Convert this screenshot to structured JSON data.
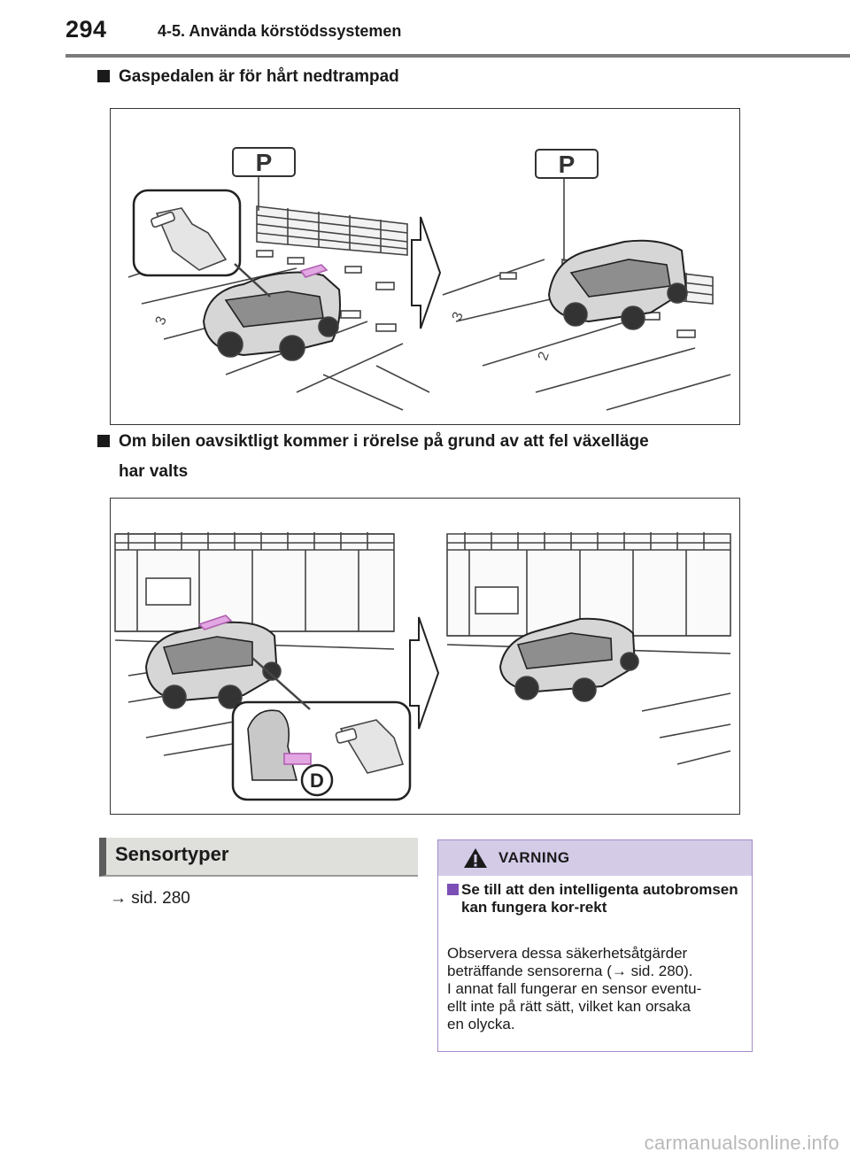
{
  "header": {
    "page_number": "294",
    "chapter": "4-5. Använda körstödssystemen"
  },
  "section1": {
    "heading": "Gaspedalen är för hårt nedtrampad",
    "p_sign_left": "P",
    "p_sign_right": "P",
    "space_left": "3",
    "space_right_a": "3",
    "space_right_b": "2"
  },
  "section2": {
    "heading_line1": "Om bilen oavsiktligt kommer i rörelse på grund av att fel växelläge",
    "heading_line2": "har valts",
    "gear_letter": "D"
  },
  "sensor_section": {
    "title": "Sensortyper",
    "arrow": "→",
    "reference": "sid. 280"
  },
  "warning": {
    "label": "VARNING",
    "subheading": "Se till att den intelligenta autobromsen kan fungera kor-rekt",
    "body_lines": [
      "Observera dessa säkerhetsåtgärder",
      "beträffande sensorerna (→ sid. 280).",
      "I annat fall fungerar en sensor eventu-",
      "ellt inte på rätt sätt, vilket kan orsaka",
      "en olycka."
    ],
    "accent_color": "#7b4fb5",
    "header_color": "#d4cbe7"
  },
  "watermark": "carmanualsonline.info"
}
